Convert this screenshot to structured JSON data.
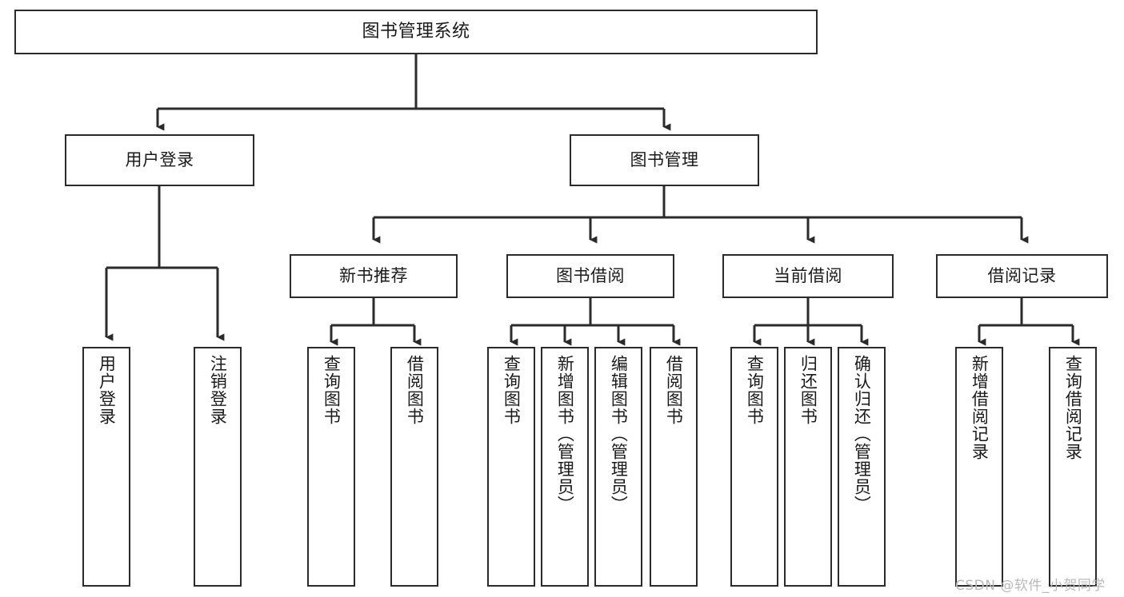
{
  "diagram": {
    "title": "图书管理系统",
    "type": "tree-hierarchy",
    "colors": {
      "box_border": "#2b2b2b",
      "box_fill": "#ffffff",
      "edge": "#2b2b2b",
      "text": "#1a1a1a",
      "watermark": "#b9b9b9",
      "background": "#ffffff"
    },
    "watermark": "CSDN @软件_小贺同学",
    "levels": {
      "root": {
        "label": "图书管理系统"
      },
      "level2": [
        {
          "label": "用户登录"
        },
        {
          "label": "图书管理"
        }
      ],
      "level3": [
        {
          "label": "新书推荐"
        },
        {
          "label": "图书借阅"
        },
        {
          "label": "当前借阅"
        },
        {
          "label": "借阅记录"
        }
      ],
      "leaves": {
        "user_login": [
          {
            "label": "用户登录"
          },
          {
            "label": "注销登录"
          }
        ],
        "new_book_recommend": [
          {
            "label": "查询图书"
          },
          {
            "label": "借阅图书"
          }
        ],
        "book_borrow": [
          {
            "label": "查询图书"
          },
          {
            "label": "新增图书（管理员）"
          },
          {
            "label": "编辑图书（管理员）"
          },
          {
            "label": "借阅图书"
          }
        ],
        "current_borrow": [
          {
            "label": "查询图书"
          },
          {
            "label": "归还图书"
          },
          {
            "label": "确认归还（管理员）"
          }
        ],
        "borrow_record": [
          {
            "label": "新增借阅记录"
          },
          {
            "label": "查询借阅记录"
          }
        ]
      }
    }
  }
}
